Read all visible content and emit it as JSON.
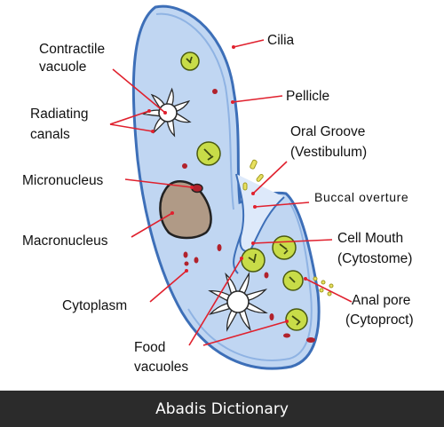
{
  "colors": {
    "body_fill": "#c0d6f2",
    "membrane": "#3d6fb8",
    "inner_membrane": "#8fb3e3",
    "pointer": "#e0212e",
    "food_vacuole": "#c8dc48",
    "macronucleus": "#b09a86",
    "granule": "#b1222c",
    "footer_bg": "#2b2b2b"
  },
  "labels": {
    "cilia": "Cilia",
    "pellicle": "Pellicle",
    "contractile_vacuole_1": "Contractile",
    "contractile_vacuole_2": "vacuole",
    "radiating_canals_1": "Radiating",
    "radiating_canals_2": "canals",
    "oral_groove_1": "Oral Groove",
    "oral_groove_2": "(Vestibulum)",
    "micronucleus": "Micronucleus",
    "buccal_overture": "Buccal overture",
    "macronucleus": "Macronucleus",
    "cell_mouth_1": "Cell Mouth",
    "cell_mouth_2": "(Cytostome)",
    "anal_pore_1": "Anal pore",
    "anal_pore_2": "(Cytoproct)",
    "cytoplasm": "Cytoplasm",
    "food_vacuoles_1": "Food",
    "food_vacuoles_2": "vacuoles"
  },
  "footer": {
    "text": "Abadis Dictionary"
  }
}
